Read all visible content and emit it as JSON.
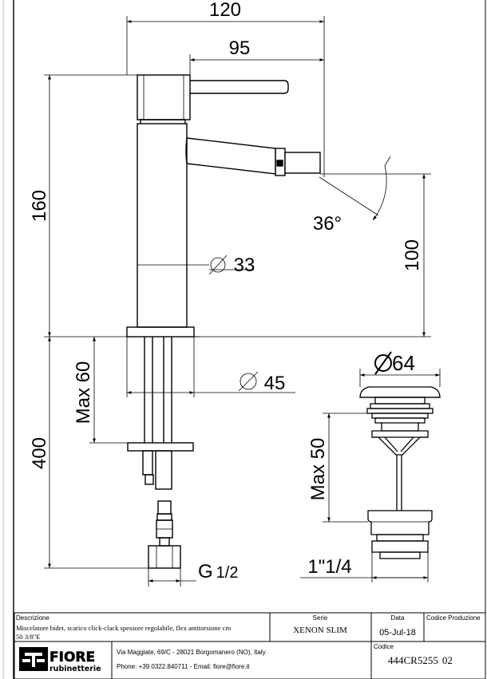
{
  "dimensions": {
    "width_overall": "120",
    "width_spout": "95",
    "height_total": "160",
    "height_spout": "100",
    "angle": "36°",
    "body_diameter": "33",
    "base_diameter": "45",
    "max_deck": "Max 60",
    "hose_length": "400",
    "thread": "G",
    "thread_size": "1/2",
    "waste_diameter": "64",
    "waste_max": "Max 50",
    "waste_thread": "1\"1/4"
  },
  "title_block": {
    "descrizione_label": "Descrizione",
    "descrizione_line1": "Miscelatore bidet, scarico click-clack spessore regolabile, flex antitorsione cm",
    "descrizione_line2": "50 3/8\"E",
    "serie_label": "Serie",
    "serie_value": "XENON SLIM",
    "data_label": "Data",
    "data_value": "05-Jul-18",
    "codice_produzione_label": "Codice Produzione",
    "codice_label": "Codice",
    "codice_value": "444CR5255",
    "revision": "02",
    "logo_text_top": "FIORE",
    "logo_text_bottom": "rubinetterie",
    "address": "Via Maggiate, 69/C - 28021 Borgomanero (NO), Italy",
    "contacts": "Phone: +39 0322.840711 - Email: fiore@fiore.it"
  }
}
